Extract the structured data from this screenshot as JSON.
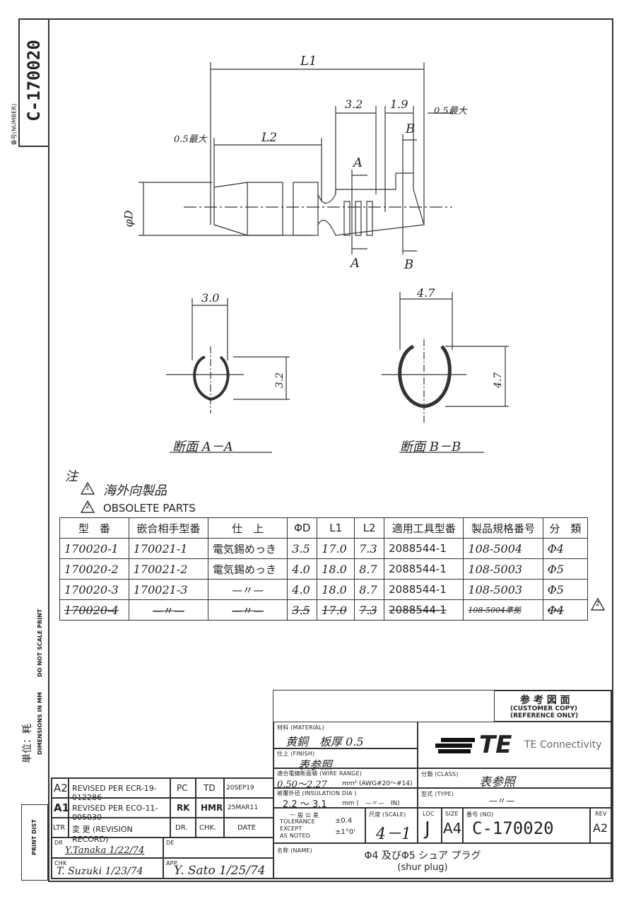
{
  "doc_number_side": "C-170020",
  "doc_number_side_label": "番号(NUMBER)",
  "left_margin": {
    "units": "単位：粍",
    "dims": "DIMENSIONS IN MM",
    "noscale": "DO NOT SCALE PRINT",
    "printdist": "PRINT DIST"
  },
  "drawing": {
    "dim_L1": "L1",
    "dim_L2": "L2",
    "dim_32": "3.2",
    "dim_19": "1.9",
    "dim_05max_left": "0.5最大",
    "dim_05max_right": "0.5最大",
    "dim_phiD": "φD",
    "sec_A_top": "A",
    "sec_A_bottom": "A",
    "sec_B_top": "B",
    "sec_B_bottom": "B",
    "sec_aa_width": "3.0",
    "sec_aa_height": "3.2",
    "sec_bb_width": "4.7",
    "sec_bb_height": "4.7",
    "sec_aa_title": "断面 A－A",
    "sec_bb_title": "断面 B－B"
  },
  "notes": {
    "title": "注",
    "note1_num": "1",
    "note1": "海外向製品",
    "note2_num": "2",
    "note2": "OBSOLETE PARTS"
  },
  "spec_table": {
    "headers": [
      "型　番",
      "嵌合相手型番",
      "仕　上",
      "ΦD",
      "L1",
      "L2",
      "適用工具型番",
      "製品規格番号",
      "分　類"
    ],
    "rows": [
      [
        "170020-1",
        "170021-1",
        "電気錫めっき",
        "3.5",
        "17.0",
        "7.3",
        "2088544-1",
        "108-5004",
        "Φ4"
      ],
      [
        "170020-2",
        "170021-2",
        "電気錫めっき",
        "4.0",
        "18.0",
        "8.7",
        "2088544-1",
        "108-5003",
        "Φ5"
      ],
      [
        "170020-3",
        "170021-3",
        "—〃—",
        "4.0",
        "18.0",
        "8.7",
        "2088544-1",
        "108-5003",
        "Φ5"
      ],
      [
        "170020-4",
        "—〃—",
        "—〃—",
        "3.5",
        "17.0",
        "7.3",
        "2088544-1",
        "108-5004準拠",
        "Φ4"
      ]
    ],
    "row4_flag": "2"
  },
  "title_block": {
    "ref_title": "参 考 図 面",
    "ref_sub1": "(CUSTOMER COPY)",
    "ref_sub2": "(REFERENCE ONLY)",
    "material_label": "材料 (MATERIAL)",
    "material_value": "黄銅　板厚 0.5",
    "finish_label": "仕上 (FINISH)",
    "finish_value": "表参照",
    "wire_label": "適合電線断面積 (WIRE RANGE)",
    "wire_value": "0.50～2.27",
    "wire_unit": "mm² (AWG#20～#14)",
    "insul_label": "被覆外径 (INSULATION DIA )",
    "insul_value": "2.2 ～ 3.1",
    "insul_unit": "mm (　—〃—　IN)",
    "class_label": "分類 (CLASS)",
    "class_value": "表参照",
    "type_label": "型式 (TYPE)",
    "type_value": "—〃—",
    "logo_text": "TE",
    "company": "TE Connectivity",
    "tol_label1": "一 般 公 差",
    "tol_label2": "TOLERANCE",
    "tol_label3": "EXCEPT",
    "tol_label4": "AS NOTED",
    "tol_val1": "±0.4",
    "tol_val2": "±1°0'",
    "scale_label": "尺度 (SCALE)",
    "scale_value": "4－1",
    "loc_label": "LOC",
    "loc_value": "J",
    "size_label": "SIZE",
    "size_value": "A4",
    "no_label": "番号 (NO)",
    "no_value": "C-170020",
    "rev_label": "REV",
    "rev_value": "A2",
    "name_label": "名称 (NAME)",
    "name_value": "Φ4 及びΦ5 シュア プラグ",
    "name_value_en": "(shur plug)"
  },
  "revisions": {
    "rows": [
      {
        "ltr": "A2",
        "desc": "REVISED PER ECR-19-012286",
        "dr": "PC",
        "chk": "TD",
        "date": "20SEP19"
      },
      {
        "ltr": "A1",
        "desc": "REVISED PER ECO-11-005030",
        "dr": "RK",
        "chk": "HMR",
        "date": "25MAR11"
      }
    ],
    "head_ltr": "LTR",
    "head_desc": "変 更 (REVISION RECORD)",
    "head_dr": "DR.",
    "head_chk": "CHK.",
    "head_date": "DATE"
  },
  "signatures": {
    "dr_label": "DR",
    "dr_value": "Y.Tanaka  1/22/74",
    "de_label": "DE",
    "chk_label": "CHK",
    "chk_value": "T. Suzuki 1/23/74",
    "app_label": "APP.",
    "app_value": "Y. Sato 1/25/74"
  }
}
